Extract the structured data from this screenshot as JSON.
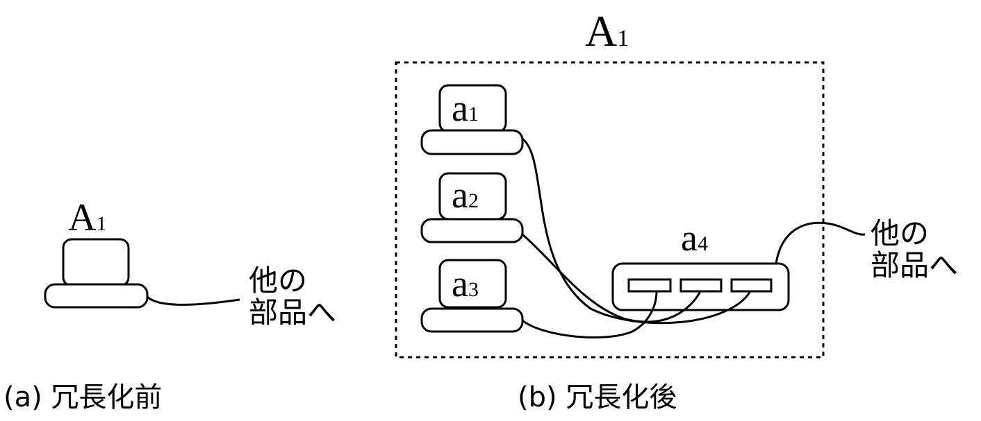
{
  "left": {
    "component_label": "A",
    "component_sub": "1",
    "other_parts": [
      "他の",
      "部品へ"
    ],
    "caption": "(a) 冗長化前"
  },
  "right": {
    "group_label": "A",
    "group_sub": "1",
    "units": [
      {
        "label": "a",
        "sub": "1"
      },
      {
        "label": "a",
        "sub": "2"
      },
      {
        "label": "a",
        "sub": "3"
      }
    ],
    "hub": {
      "label": "a",
      "sub": "4"
    },
    "other_parts": [
      "他の",
      "部品へ"
    ],
    "caption": "(b) 冗長化後"
  },
  "colors": {
    "stroke": "#000000",
    "background": "#ffffff"
  }
}
